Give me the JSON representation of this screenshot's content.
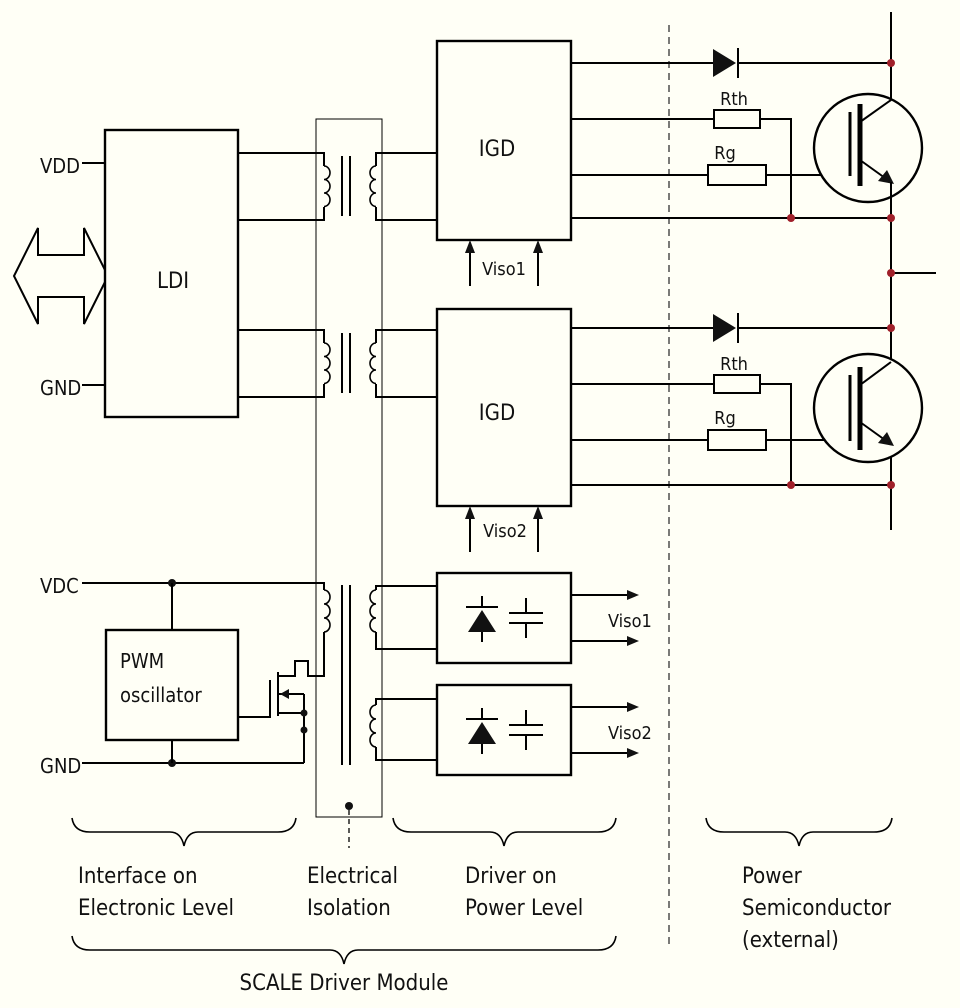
{
  "pins": {
    "vdd": "VDD",
    "gnd_top": "GND",
    "vdc": "VDC",
    "gnd_bottom": "GND"
  },
  "blocks": {
    "ldi": "LDI",
    "igd_top": "IGD",
    "igd_bottom": "IGD",
    "pwm_line1": "PWM",
    "pwm_line2": "oscillator"
  },
  "supplies": {
    "viso1_igd": "Viso1",
    "viso2_igd": "Viso2",
    "viso1_out": "Viso1",
    "viso2_out": "Viso2"
  },
  "resistors": {
    "rth_top": "Rth",
    "rg_top": "Rg",
    "rth_bottom": "Rth",
    "rg_bottom": "Rg"
  },
  "sections": {
    "interface_l1": "Interface on",
    "interface_l2": "Electronic Level",
    "isolation_l1": "Electrical",
    "isolation_l2": "Isolation",
    "driver_l1": "Driver on",
    "driver_l2": "Power Level",
    "power_l1": "Power",
    "power_l2": "Semiconductor",
    "power_l3": "(external)",
    "module": "SCALE Driver Module"
  },
  "colors": {
    "background": "#fffff6",
    "junction_dot": "#a0202a"
  }
}
